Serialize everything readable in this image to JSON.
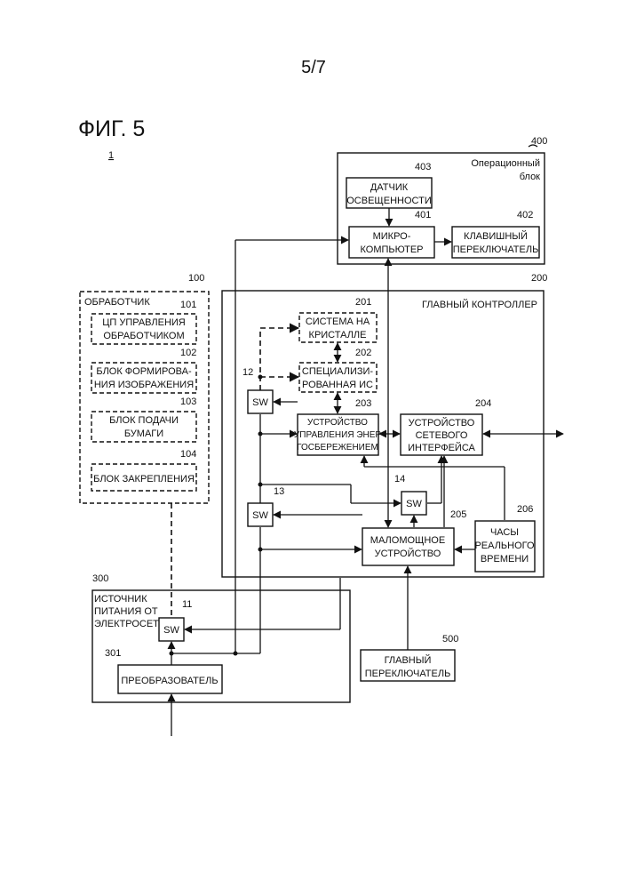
{
  "page": {
    "number": "5/7",
    "figure": "ФИГ. 5",
    "ref_main": "1"
  },
  "blocks": {
    "b400": {
      "ref": "400",
      "l1": "Операционный",
      "l2": "блок"
    },
    "b403": {
      "ref": "403",
      "l1": "ДАТЧИК",
      "l2": "ОСВЕЩЕННОСТИ"
    },
    "b401": {
      "ref": "401",
      "l1": "МИКРО-",
      "l2": "КОМПЬЮТЕР"
    },
    "b402": {
      "ref": "402",
      "l1": "КЛАВИШНЫЙ",
      "l2": "ПЕРЕКЛЮЧАТЕЛЬ"
    },
    "b100": {
      "ref": "100",
      "label": "ОБРАБОТЧИК"
    },
    "b101": {
      "ref": "101",
      "l1": "ЦП УПРАВЛЕНИЯ",
      "l2": "ОБРАБОТЧИКОМ"
    },
    "b102": {
      "ref": "102",
      "l1": "БЛОК ФОРМИРОВА-",
      "l2": "НИЯ ИЗОБРАЖЕНИЯ"
    },
    "b103": {
      "ref": "103",
      "l1": "БЛОК ПОДАЧИ",
      "l2": "БУМАГИ"
    },
    "b104": {
      "ref": "104",
      "label": "БЛОК ЗАКРЕПЛЕНИЯ"
    },
    "b200": {
      "ref": "200",
      "label": "ГЛАВНЫЙ КОНТРОЛЛЕР"
    },
    "b201": {
      "ref": "201",
      "l1": "СИСТЕМА НА",
      "l2": "КРИСТАЛЛЕ"
    },
    "b202": {
      "ref": "202",
      "l1": "СПЕЦИАЛИЗИ-",
      "l2": "РОВАННАЯ ИС"
    },
    "b203": {
      "ref": "203",
      "l1": "УСТРОЙСТВО",
      "l2": "УПРАВЛЕНИЯ ЭНЕР",
      "l3": "ГОСБЕРЕЖЕНИЕМ"
    },
    "b204": {
      "ref": "204",
      "l1": "УСТРОЙСТВО",
      "l2": "СЕТЕВОГО",
      "l3": "ИНТЕРФЕЙСА"
    },
    "b205": {
      "ref": "205",
      "l1": "МАЛОМОЩНОЕ",
      "l2": "УСТРОЙСТВО"
    },
    "b206": {
      "ref": "206",
      "l1": "ЧАСЫ",
      "l2": "РЕАЛЬНОГО",
      "l3": "ВРЕМЕНИ"
    },
    "b300": {
      "ref": "300",
      "l1": "ИСТОЧНИК",
      "l2": "ПИТАНИЯ ОТ",
      "l3": "ЭЛЕКТРОСЕТИ"
    },
    "b301": {
      "ref": "301",
      "label": "ПРЕОБРАЗОВАТЕЛЬ"
    },
    "b500": {
      "ref": "500",
      "l1": "ГЛАВНЫЙ",
      "l2": "ПЕРЕКЛЮЧАТЕЛЬ"
    },
    "sw11": {
      "ref": "11",
      "label": "SW"
    },
    "sw12": {
      "ref": "12",
      "label": "SW"
    },
    "sw13": {
      "ref": "13",
      "label": "SW"
    },
    "sw14": {
      "ref": "14",
      "label": "SW"
    }
  }
}
